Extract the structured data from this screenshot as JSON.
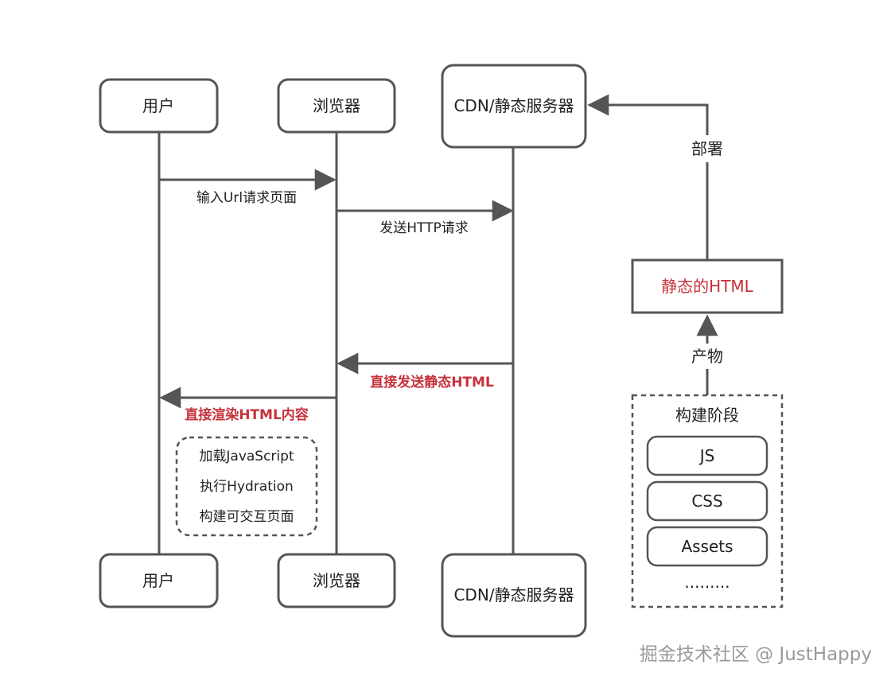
{
  "colors": {
    "line": "#555555",
    "accent_red": "#c6323b",
    "text": "#222222",
    "watermark": "#9a9a9a"
  },
  "actors": {
    "user": "用户",
    "browser": "浏览器",
    "cdn": "CDN/静态服务器"
  },
  "messages": {
    "input_url": "输入Url请求页面",
    "send_http": "发送HTTP请求",
    "send_static_html": "直接发送静态HTML",
    "render_html": "直接渲染HTML内容"
  },
  "hydration_steps": [
    "加载JavaScript",
    "执行Hydration",
    "构建可交互页面"
  ],
  "build": {
    "stage_title": "构建阶段",
    "items": [
      "JS",
      "CSS",
      "Assets",
      "........."
    ],
    "product_label": "产物",
    "static_html": "静态的HTML",
    "deploy_label": "部署"
  },
  "watermark": "掘金技术社区 @ JustHappy"
}
